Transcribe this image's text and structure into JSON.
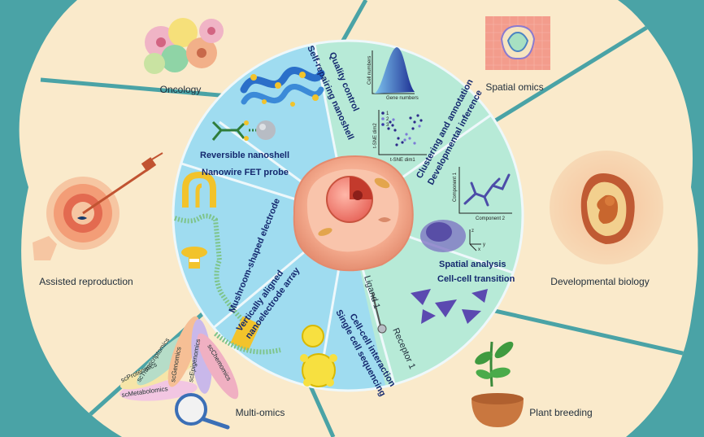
{
  "applications": {
    "oncology": "Oncology",
    "spatial_omics": "Spatial omics",
    "assisted_reproduction": "Assisted reproduction",
    "developmental_biology": "Developmental biology",
    "multi_omics": "Multi-omics",
    "plant_breeding": "Plant breeding"
  },
  "techniques": {
    "self_repairing_nanoshell": "Self-repairing nanoshell",
    "reversible_nanoshell": "Reversible nanoshell",
    "nanowire_fet_probe": "Nanowire FET probe",
    "mushroom_electrode": "Mushroom-shaped electrode",
    "vertically_aligned_1": "Vertically aligned",
    "vertically_aligned_2": "nanoelectrode array",
    "cell_cell_interaction": "Cell-cell interaction",
    "single_cell_sequencing": "Single cell sequencing"
  },
  "analysis": {
    "quality_control": "Quality control",
    "clustering": "Clustering and annotation",
    "developmental_inference": "Developmental inference",
    "spatial_analysis": "Spatial analysis",
    "cell_cell_transition": "Cell-cell transition"
  },
  "qc_chart": {
    "ylabel": "Cell numbers",
    "xlabel": "Gene numbers"
  },
  "tsne_chart": {
    "ylabel": "t-SNE dim2",
    "xlabel": "t-SNE dim1",
    "legend": [
      "1",
      "2",
      "3"
    ],
    "legend_colors": [
      "#2c2a8a",
      "#7b7bd6",
      "#3a3aa8"
    ]
  },
  "trajectory_chart": {
    "ylabel": "Component 1",
    "xlabel": "Component 2"
  },
  "spatial_axes": {
    "z": "z",
    "x": "x",
    "y": "y"
  },
  "receptor": {
    "ligand": "Ligand 1",
    "receptor": "Receptor 1"
  },
  "omics_petals": [
    "scMetabolomics",
    "scProteomics",
    "scTranscriptomics",
    "scGenomics",
    "scEpigenomics",
    "scChemomics"
  ],
  "colors": {
    "background": "#4aa3a6",
    "outer_ring": "#faeacb",
    "technique_blue": "#9fdcf0",
    "analysis_teal": "#b7ead7",
    "label_navy": "#14286e",
    "cell_body": "#f4ab8e"
  }
}
